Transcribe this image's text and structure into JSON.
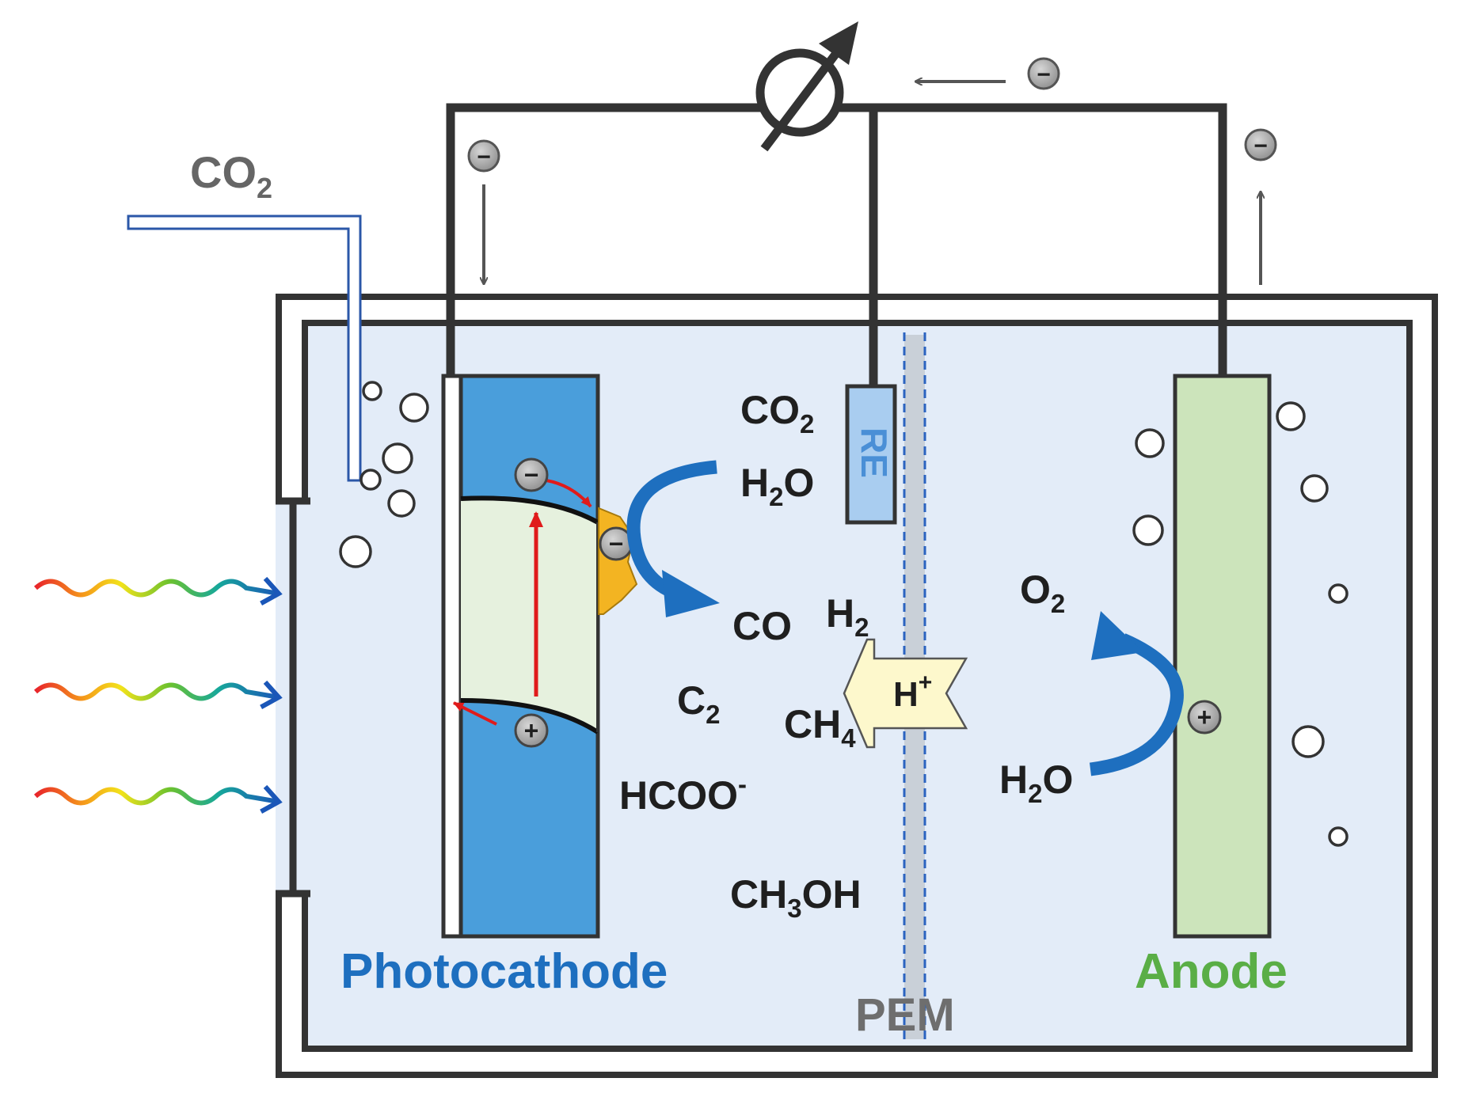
{
  "diagram": {
    "co2_inlet_label": {
      "main": "CO",
      "sub": "2"
    },
    "electrodes": {
      "photocathode": "Photocathode",
      "anode": "Anode",
      "reference": "RE",
      "membrane": "PEM"
    },
    "reactants_cathode": [
      {
        "main": "CO",
        "sub": "2"
      },
      {
        "main": "H",
        "sub": "2",
        "rest": "O"
      }
    ],
    "products": [
      {
        "main": "CO"
      },
      {
        "main": "H",
        "sub": "2"
      },
      {
        "main": "C",
        "sub": "2"
      },
      {
        "main": "CH",
        "sub": "4"
      },
      {
        "main": "HCOO",
        "sup": "-"
      },
      {
        "main": "CH",
        "sub": "3",
        "rest": "OH"
      }
    ],
    "proton": {
      "main": "H",
      "sup": "+"
    },
    "anode_side": {
      "product": {
        "main": "O",
        "sub": "2"
      },
      "reactant": {
        "main": "H",
        "sub": "2",
        "rest": "O"
      }
    },
    "charges": {
      "electron": "−",
      "hole": "+"
    },
    "colors": {
      "electrolyte": "#e3ecf8",
      "photocathode": "#4a9edb",
      "semiconductor": "#e6f1de",
      "anode": "#cce4bb",
      "reference": "#a9cdf0",
      "catalyst": "#f3b422",
      "proton_arrow": "#fdf8cc",
      "wire": "#333333",
      "curved_arrow": "#1e6fbf",
      "excitation_arrow": "#e01b1b"
    }
  }
}
